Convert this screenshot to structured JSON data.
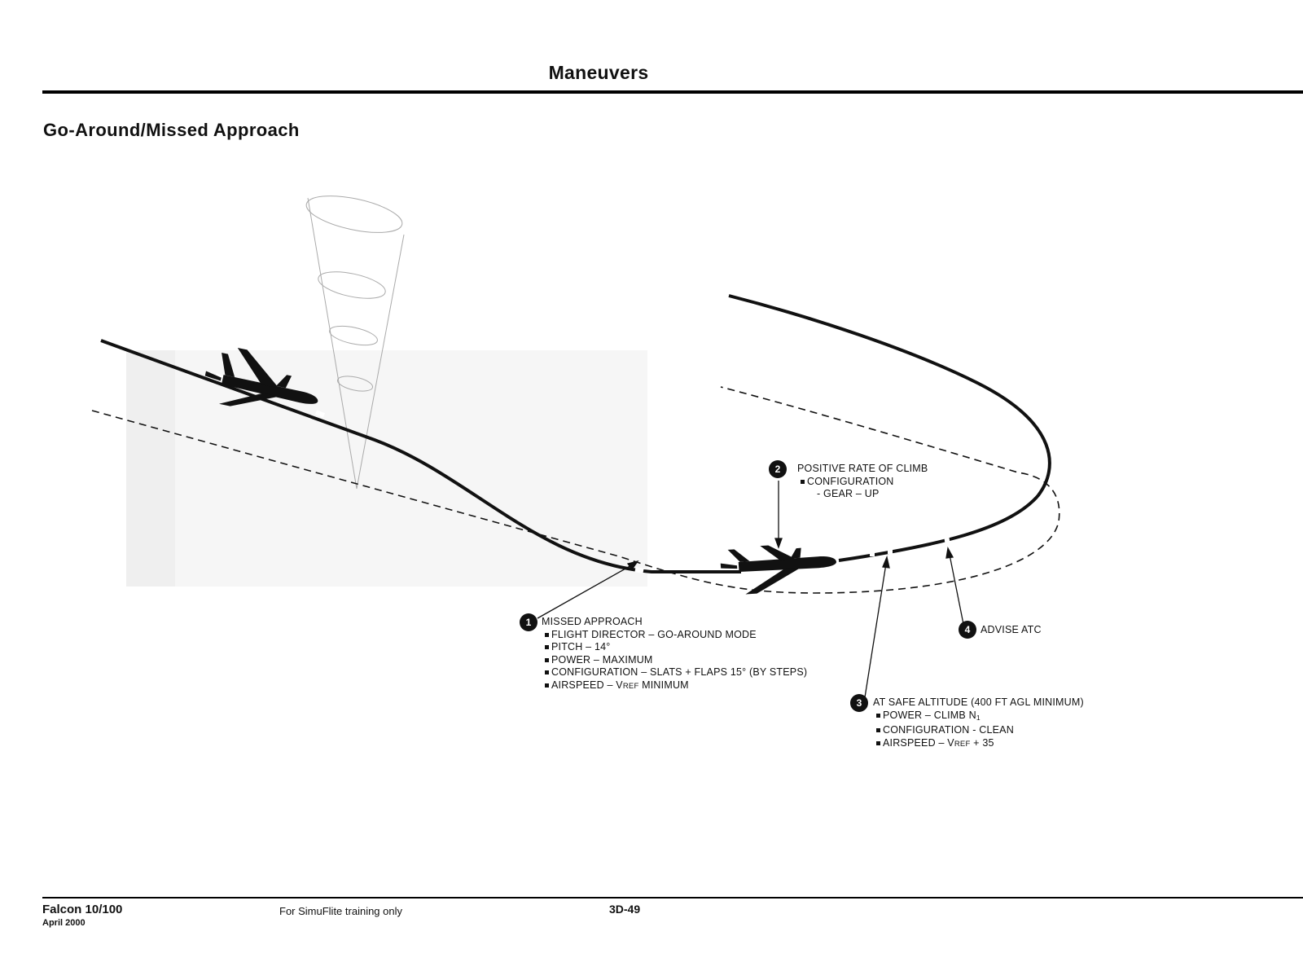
{
  "header": {
    "title": "Maneuvers"
  },
  "section": {
    "title": "Go-Around/Missed Approach"
  },
  "callouts": {
    "c1": {
      "number": "1",
      "title": "MISSED APPROACH",
      "items": [
        "FLIGHT DIRECTOR – GO-AROUND MODE",
        "PITCH – 14°",
        "POWER – MAXIMUM",
        "CONFIGURATION – SLATS + FLAPS 15° (BY STEPS)"
      ],
      "airspeed": {
        "prefix": "AIRSPEED – V",
        "sub": "REF",
        "suffix": " MINIMUM"
      }
    },
    "c2": {
      "number": "2",
      "title": "POSITIVE RATE OF CLIMB",
      "items": [
        "CONFIGURATION"
      ],
      "subitems": [
        "- GEAR – UP"
      ]
    },
    "c3": {
      "number": "3",
      "title": "AT SAFE ALTITUDE (400 FT AGL MINIMUM)",
      "power": {
        "prefix": "POWER – CLIMB N",
        "sub": "1"
      },
      "items": [
        "CONFIGURATION - CLEAN"
      ],
      "airspeed": {
        "prefix": "AIRSPEED – V",
        "sub": "REF",
        "suffix": " + 35"
      }
    },
    "c4": {
      "number": "4",
      "title": "ADVISE ATC"
    }
  },
  "footer": {
    "model": "Falcon 10/100",
    "date": "April 2000",
    "note": "For SimuFlite training only",
    "page": "3D-49"
  }
}
